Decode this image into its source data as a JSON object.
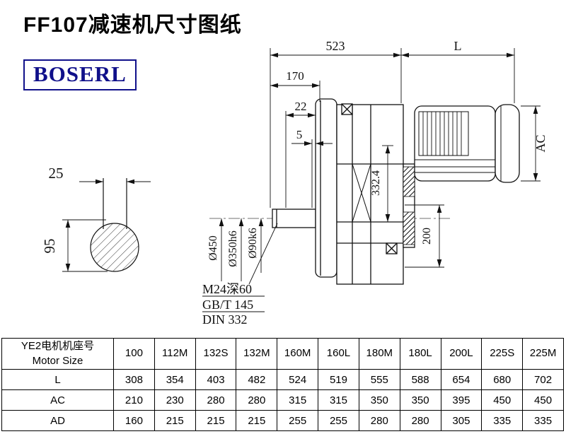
{
  "page_title": "FF107减速机尺寸图纸",
  "logo_text": "BOSERL",
  "drawing": {
    "dims": {
      "total_length": "523",
      "motor_length": "L",
      "shaft_length": "170",
      "key_length": "22",
      "step": "5",
      "motor_diameter": "AC",
      "key_width": "25",
      "key_height": "95",
      "flange_diameter": "Ø450",
      "spigot_diameter": "Ø350h6",
      "shaft_diameter": "Ø90k6",
      "housing_height": "332.4",
      "bottom_height": "200"
    },
    "notes": [
      "M24深60",
      "GB/T 145",
      "DIN 332"
    ]
  },
  "table": {
    "header_cn": "YE2电机机座号",
    "header_en": "Motor Size",
    "columns": [
      "100",
      "112M",
      "132S",
      "132M",
      "160M",
      "160L",
      "180M",
      "180L",
      "200L",
      "225S",
      "225M"
    ],
    "rows": [
      {
        "label": "L",
        "values": [
          "308",
          "354",
          "403",
          "482",
          "524",
          "519",
          "555",
          "588",
          "654",
          "680",
          "702"
        ]
      },
      {
        "label": "AC",
        "values": [
          "210",
          "230",
          "280",
          "280",
          "315",
          "315",
          "350",
          "350",
          "395",
          "450",
          "450"
        ]
      },
      {
        "label": "AD",
        "values": [
          "160",
          "215",
          "215",
          "215",
          "255",
          "255",
          "280",
          "280",
          "305",
          "335",
          "335"
        ]
      }
    ]
  }
}
